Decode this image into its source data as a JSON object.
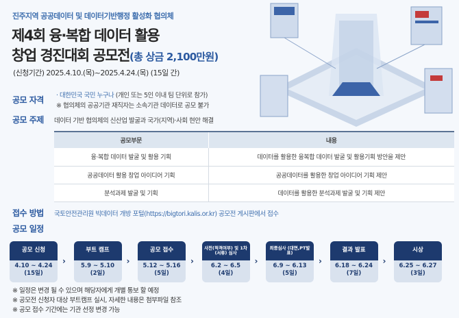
{
  "header": {
    "organizer": "진주지역 공공데이터 및 데이터기반행정 활성화 협의체",
    "title_line1": "제4회 융·복합 데이터 활용",
    "title_line2": "창업 경진대회 공모전",
    "prize": "(총 상금 2,100만원)",
    "period": "(신청기간) 2025.4.10.(목)~2025.4.24.(목) (15일 간)"
  },
  "eligibility": {
    "label": "공모 자격",
    "line1_highlight": "· 대한민국 국민 누구나",
    "line1_rest": " (개인 또는 5인 이내 팀 단위로 참가)",
    "line2": "※ 협의체의 공공기관 재직자는 소속기관 데이터로 공모 불가"
  },
  "theme": {
    "label": "공모 주제",
    "text": "데이터 기반 협의체의 신산업 발굴과 국가(지역)·사회 현안 해결"
  },
  "table": {
    "headers": [
      "공모부문",
      "내용"
    ],
    "rows": [
      [
        "융·복합 데이터 발굴 및 활용 기획",
        "데이터를 활용한 융복합 데이터 발굴 및 활용기획 방안을 제안"
      ],
      [
        "공공데이터 활용 창업 아이디어 기획",
        "공공데이터를 활용한 창업 아이디어 기획 제안"
      ],
      [
        "분석과제 발굴 및 기획",
        "데이터를 활용한 분석과제 발굴 및 기획 제안"
      ]
    ]
  },
  "submission": {
    "label": "접수 방법",
    "text": "국토안전관리원 빅데이터 개방 포털(https://bigtori.kalis.or.kr) 공모전 게시판에서 접수"
  },
  "schedule": {
    "label": "공모 일정",
    "steps": [
      {
        "title": "공모 신청",
        "dates": "4.10 ~ 4.24",
        "days": "(15일)"
      },
      {
        "title": "부트 캠프",
        "dates": "5.9 ~ 5.10",
        "days": "(2일)"
      },
      {
        "title": "공모 접수",
        "dates": "5.12 ~ 5.16",
        "days": "(5일)"
      },
      {
        "title": "사전(적격여부) 및 1차(서류) 심사",
        "dates": "6.2 ~ 6.5",
        "days": "(4일)"
      },
      {
        "title": "최종심사 (대면,PT발표)",
        "dates": "6.9 ~ 6.13",
        "days": "(5일)"
      },
      {
        "title": "결과 발표",
        "dates": "6.18 ~ 6.24",
        "days": "(7일)"
      },
      {
        "title": "시상",
        "dates": "6.25 ~ 6.27",
        "days": "(3일)"
      }
    ],
    "arrow": "›"
  },
  "notes": [
    "※ 일정은 변경 될 수 있으며 해당자에게 개별 통보 할 예정",
    "※ 공모전 신청자 대상 부트캠프 실시, 자세한 내용은 첨부파일 참조",
    "※ 공모 접수 기간에는 기관 선정 변경 가능"
  ],
  "colors": {
    "navy": "#1d3a6e",
    "blue": "#2c5aa0",
    "light": "#d9e2ee"
  }
}
